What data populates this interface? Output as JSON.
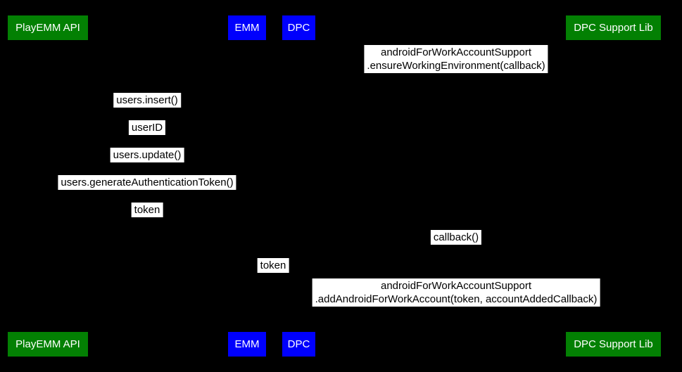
{
  "colors": {
    "background": "#000000",
    "actor_green": "#038003",
    "actor_blue": "#0000fd",
    "actor_text": "#ffffff",
    "message_bg": "#ffffff",
    "message_text": "#000000"
  },
  "actors": {
    "playemm_api": "PlayEMM API",
    "emm": "EMM",
    "dpc": "DPC",
    "dpc_support_lib": "DPC Support Lib"
  },
  "messages": [
    {
      "lines": [
        "androidForWorkAccountSupport",
        ".ensureWorkingEnvironment(callback)"
      ]
    },
    {
      "lines": [
        "users.insert()"
      ]
    },
    {
      "lines": [
        "userID"
      ]
    },
    {
      "lines": [
        "users.update()"
      ]
    },
    {
      "lines": [
        "users.generateAuthenticationToken()"
      ]
    },
    {
      "lines": [
        "token"
      ]
    },
    {
      "lines": [
        "callback()"
      ]
    },
    {
      "lines": [
        "token"
      ]
    },
    {
      "lines": [
        "androidForWorkAccountSupport",
        ".addAndroidForWorkAccount(token, accountAddedCallback)"
      ]
    }
  ]
}
